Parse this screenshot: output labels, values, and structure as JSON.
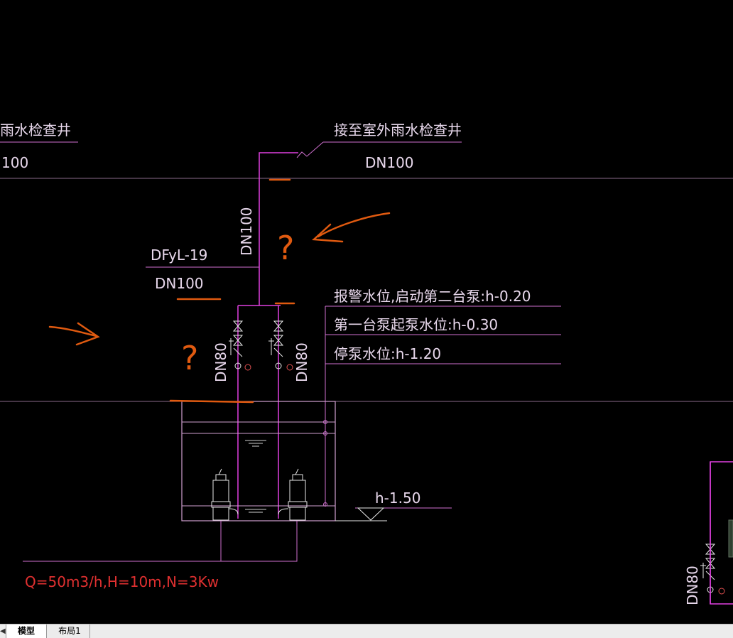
{
  "drawing": {
    "label_outdoor_well_partial": "雨水检查井",
    "label_dn100_partial": "100",
    "label_outdoor_well": "接至室外雨水检查井",
    "label_dn100_top": "DN100",
    "label_dn100_vertical": "DN100",
    "label_dfyl": "DFyL-19",
    "label_dn100_left": "DN100",
    "label_alarm_level": "报警水位,启动第二台泵:h-0.20",
    "label_first_pump_level": "第一台泵起泵水位:h-0.30",
    "label_stop_level": "停泵水位:h-1.20",
    "label_dn80_left": "DN80",
    "label_dn80_right": "DN80",
    "label_dn80_far": "DN80",
    "label_bottom_elev": "h-1.50",
    "label_pump_spec": "Q=50m3/h,H=10m,N=3Kw",
    "annot_question_1": "?",
    "annot_question_2": "?"
  },
  "tabs": {
    "model": "模型",
    "layout1": "布局1"
  },
  "colors": {
    "pipe": "#e040e0",
    "line": "#c878c8",
    "annotation": "#e05a10",
    "text": "#e8d8ec",
    "accent_red": "#e03030"
  }
}
